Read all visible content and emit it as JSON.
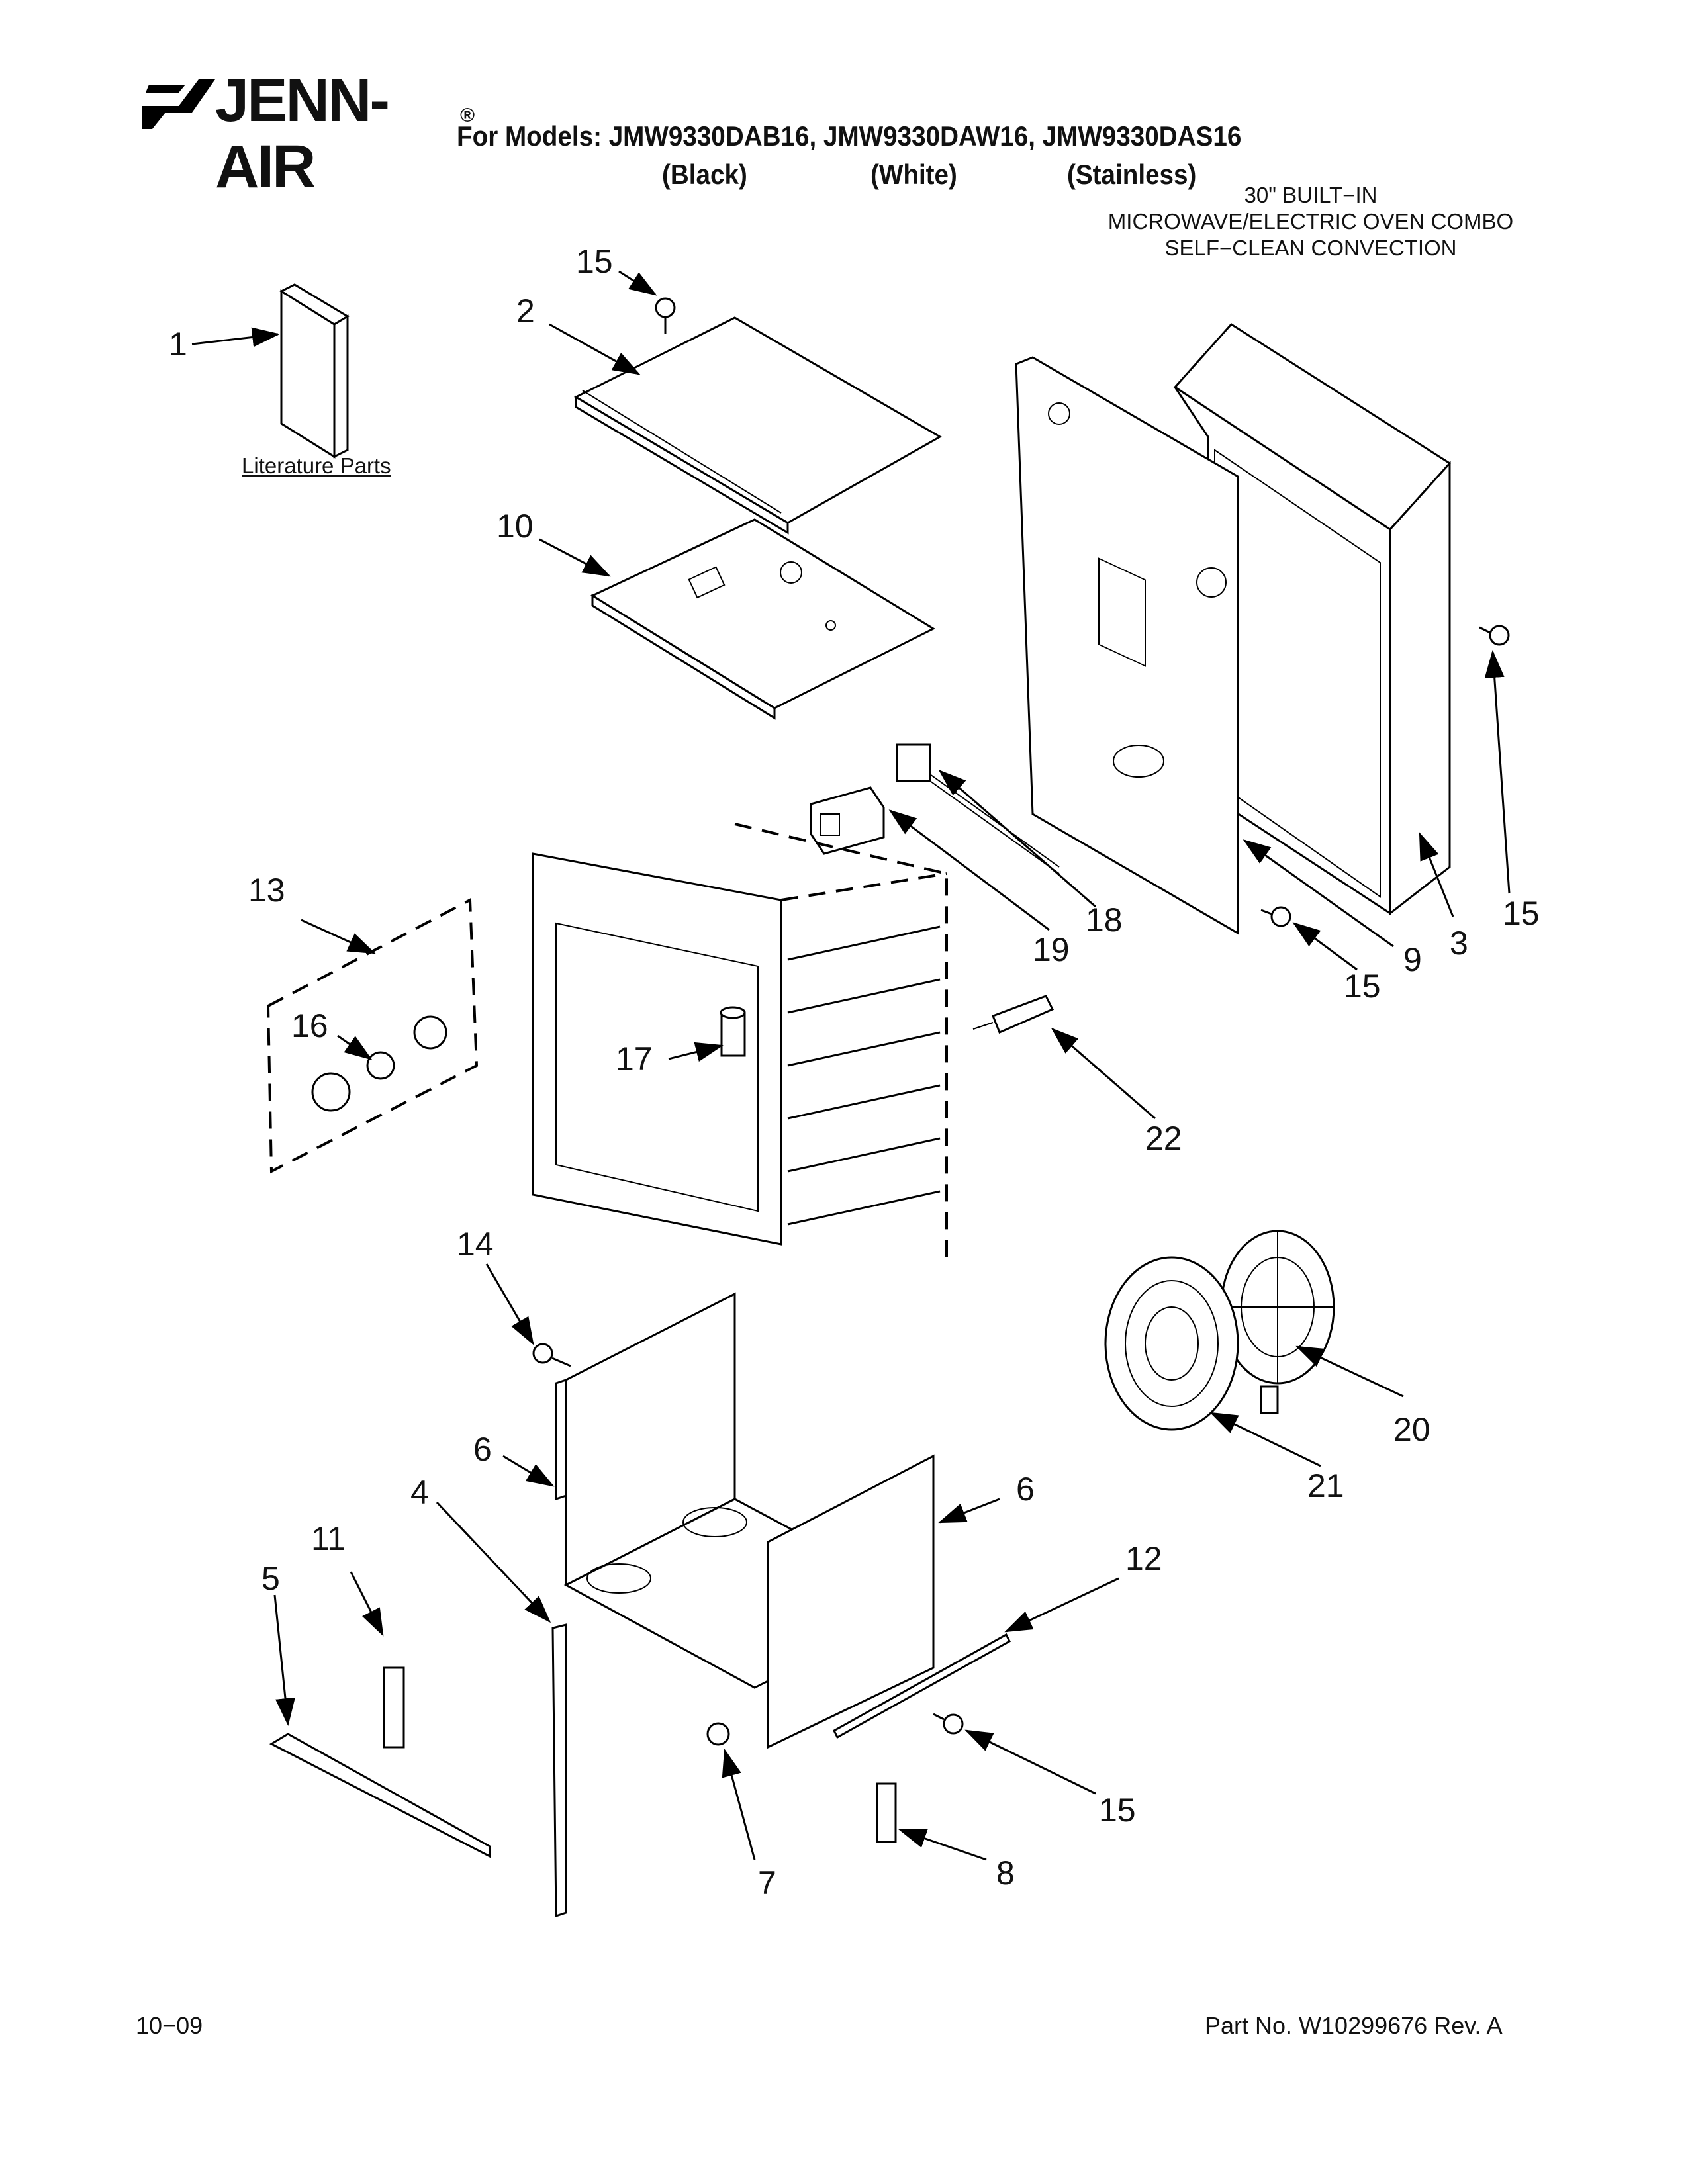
{
  "header": {
    "brand": "JENN-AIR",
    "brand_mark": "®",
    "models_line": "For Models: JMW9330DAB16, JMW9330DAW16, JMW9330DAS16",
    "variant_black": "(Black)",
    "variant_white": "(White)",
    "variant_stainless": "(Stainless)",
    "product_line1": "30\" BUILT−IN",
    "product_line2": "MICROWAVE/ELECTRIC OVEN COMBO",
    "product_line3": "SELF−CLEAN CONVECTION"
  },
  "literature_label": "Literature Parts",
  "callouts": {
    "c1": "1",
    "c2": "2",
    "c3": "3",
    "c4": "4",
    "c5": "5",
    "c6a": "6",
    "c6b": "6",
    "c7": "7",
    "c8": "8",
    "c9": "9",
    "c10": "10",
    "c11": "11",
    "c12": "12",
    "c13": "13",
    "c14": "14",
    "c15a": "15",
    "c15b": "15",
    "c15c": "15",
    "c15d": "15",
    "c16": "16",
    "c17": "17",
    "c18": "18",
    "c19": "19",
    "c20": "20",
    "c21": "21",
    "c22": "22"
  },
  "footer": {
    "date": "10−09",
    "part_no": "Part No. W10299676 Rev. A"
  }
}
